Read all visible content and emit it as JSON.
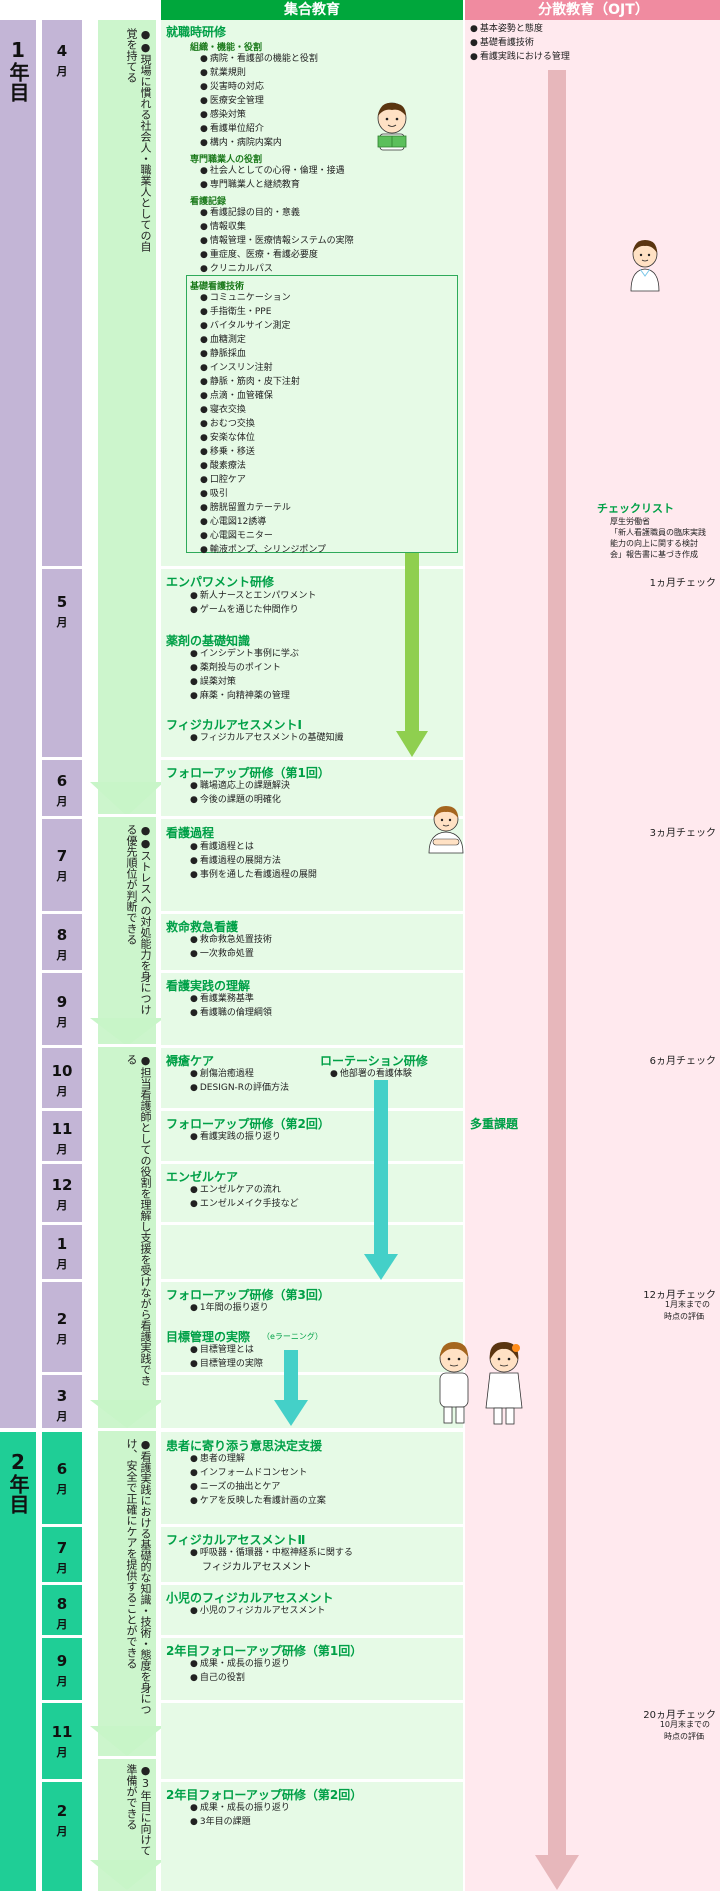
{
  "header": {
    "shudan": "集合教育",
    "bunsan": "分散教育（OJT）"
  },
  "years": {
    "y1": "1年目",
    "y2": "2年目"
  },
  "months_y1": [
    "4",
    "5",
    "6",
    "7",
    "8",
    "9",
    "10",
    "11",
    "12",
    "1",
    "2",
    "3"
  ],
  "months_y2": [
    "6",
    "7",
    "8",
    "9",
    "11",
    "2"
  ],
  "month_unit": "月",
  "goals": {
    "g1": "●●現場に慣れる社会人・職業人としての自覚を持てる",
    "g2": "●●ストレスへの対処能力を身につける優先順位が判断できる",
    "g3": "●担当看護師としての役割を理解し支援を受けながら看護実践できる",
    "g4": "●看護実践における基礎的な知識・技術・態度を身につけ、安全で正確にケアを提供することができる",
    "g5": "●3年目に向けて準備ができる"
  },
  "april": {
    "title": "就職時研修",
    "sub1": "組織・機能・役割",
    "sub1_items": [
      "病院・看護部の機能と役割",
      "就業規則",
      "災害時の対応",
      "医療安全管理",
      "感染対策",
      "看護単位紹介",
      "構内・病院内案内"
    ],
    "sub2": "専門職業人の役割",
    "sub2_items": [
      "社会人としての心得・倫理・接遇",
      "専門職業人と継続教育"
    ],
    "sub3": "看護記録",
    "sub3_items": [
      "看護記録の目的・意義",
      "情報収集",
      "情報管理・医療情報システムの実際",
      "重症度、医療・看護必要度",
      "クリニカルパス"
    ],
    "sub4": "基礎看護技術",
    "sub4_items": [
      "コミュニケーション",
      "手指衛生・PPE",
      "バイタルサイン測定",
      "血糖測定",
      "静脈採血",
      "インスリン注射",
      "静脈・筋肉・皮下注射",
      "点滴・血管確保",
      "寝衣交換",
      "おむつ交換",
      "安楽な体位",
      "移乗・移送",
      "酸素療法",
      "口腔ケア",
      "吸引",
      "膀胱留置カテーテル",
      "心電図12誘導",
      "心電図モニター",
      "輸液ポンプ、シリンジポンプ"
    ]
  },
  "ojt_april": [
    "基本姿勢と態度",
    "基礎看護技術",
    "看護実践における管理"
  ],
  "checklist": {
    "title": "チェックリスト",
    "desc": [
      "厚生労働省",
      "「新人看護職員の臨床実践",
      "能力の向上に関する検討",
      "会」報告書に基づき作成"
    ]
  },
  "may": {
    "t1": "エンパワメント研修",
    "t1_items": [
      "新人ナースとエンパワメント",
      "ゲームを通じた仲間作り"
    ],
    "t2": "薬剤の基礎知識",
    "t2_items": [
      "インシデント事例に学ぶ",
      "薬剤投与のポイント",
      "誤薬対策",
      "麻薬・向精神薬の管理"
    ],
    "t3": "フィジカルアセスメントⅠ",
    "t3_items": [
      "フィジカルアセスメントの基礎知識"
    ]
  },
  "june": {
    "t": "フォローアップ研修（第1回）",
    "items": [
      "職場適応上の課題解決",
      "今後の課題の明確化"
    ]
  },
  "july": {
    "t": "看護過程",
    "items": [
      "看護過程とは",
      "看護過程の展開方法",
      "事例を通した看護過程の展開"
    ]
  },
  "aug": {
    "t": "救命救急看護",
    "items": [
      "救命救急処置技術",
      "一次救命処置"
    ]
  },
  "sep": {
    "t": "看護実践の理解",
    "items": [
      "看護業務基準",
      "看護職の倫理綱領"
    ]
  },
  "oct": {
    "t": "褥瘡ケア",
    "items": [
      "創傷治癒過程",
      "DESIGN-Rの評価方法"
    ],
    "rot": "ローテーション研修",
    "rot_item": "他部署の看護体験"
  },
  "nov": {
    "t": "フォローアップ研修（第2回）",
    "items": [
      "看護実践の振り返り"
    ]
  },
  "dec": {
    "t": "エンゼルケア",
    "items": [
      "エンゼルケアの流れ",
      "エンゼルメイク手技など"
    ]
  },
  "feb": {
    "t": "フォローアップ研修（第3回）",
    "items": [
      "1年間の振り返り"
    ],
    "t2": "目標管理の実際",
    "t2_note": "（eラーニング）",
    "t2_items": [
      "目標管理とは",
      "目標管理の実際"
    ]
  },
  "y2": {
    "jun": {
      "t": "患者に寄り添う意思決定支援",
      "items": [
        "患者の理解",
        "インフォームドコンセント",
        "ニーズの抽出とケア",
        "ケアを反映した看護計画の立案"
      ]
    },
    "jul": {
      "t": "フィジカルアセスメントⅡ",
      "items": [
        "呼吸器・循環器・中枢神経系に関する",
        "フィジカルアセスメント"
      ]
    },
    "aug": {
      "t": "小児のフィジカルアセスメント",
      "items": [
        "小児のフィジカルアセスメント"
      ]
    },
    "sep": {
      "t": "2年目フォローアップ研修（第1回）",
      "items": [
        "成果・成長の振り返り",
        "自己の役割"
      ]
    },
    "feb": {
      "t": "2年目フォローアップ研修（第2回）",
      "items": [
        "成果・成長の振り返り",
        "3年目の課題"
      ]
    }
  },
  "ojt": {
    "c1": "1ヵ月チェック",
    "c3": "3ヵ月チェック",
    "c6": "6ヵ月チェック",
    "multi": "多重課題",
    "c12": [
      "12ヵ月チェック",
      "1月末までの",
      "時点の評価"
    ],
    "c20": [
      "20ヵ月チェック",
      "10月末までの",
      "時点の評価"
    ]
  },
  "colors": {
    "green": "#00a73c",
    "pink": "#f08ba0",
    "purple": "#c3b5d6",
    "teal": "#1fce96"
  }
}
